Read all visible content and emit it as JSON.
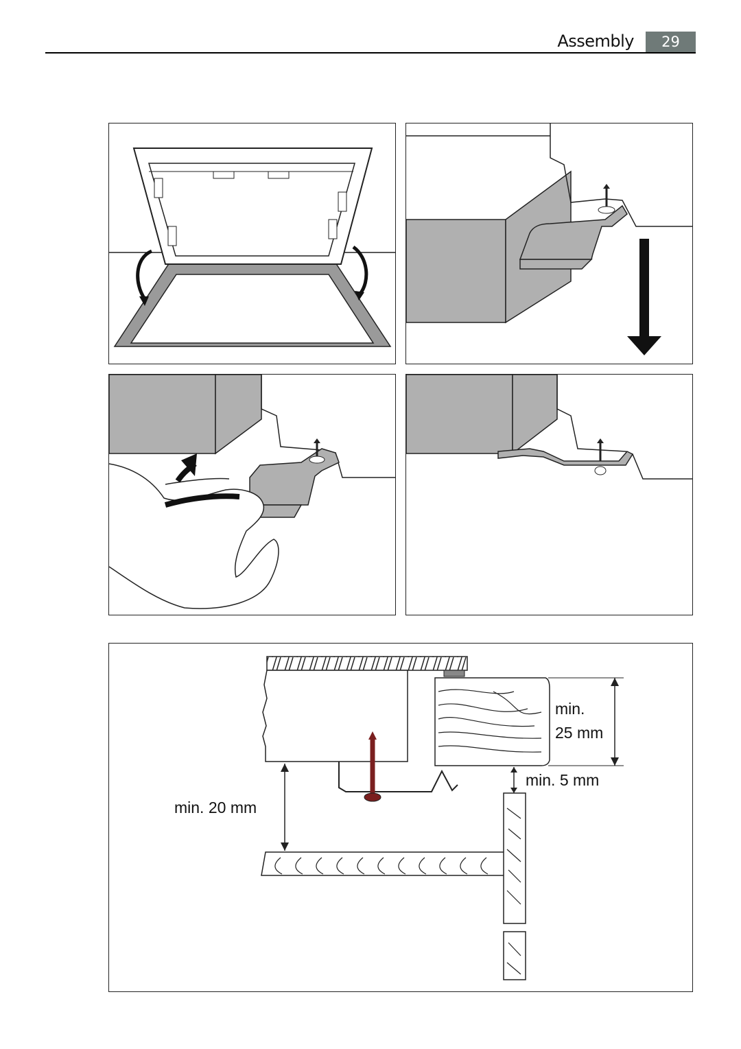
{
  "header": {
    "section_title": "Assembly",
    "page_number": "29"
  },
  "diagram": {
    "labels": {
      "min_25": "min.",
      "min_25_value": "25 mm",
      "min_5": "min. 5 mm",
      "min_20": "min. 20 mm"
    }
  },
  "colors": {
    "grey_fill": "#b0b0b0",
    "page_box": "#6f7a78",
    "screw_dark_red": "#7a1f1f"
  }
}
